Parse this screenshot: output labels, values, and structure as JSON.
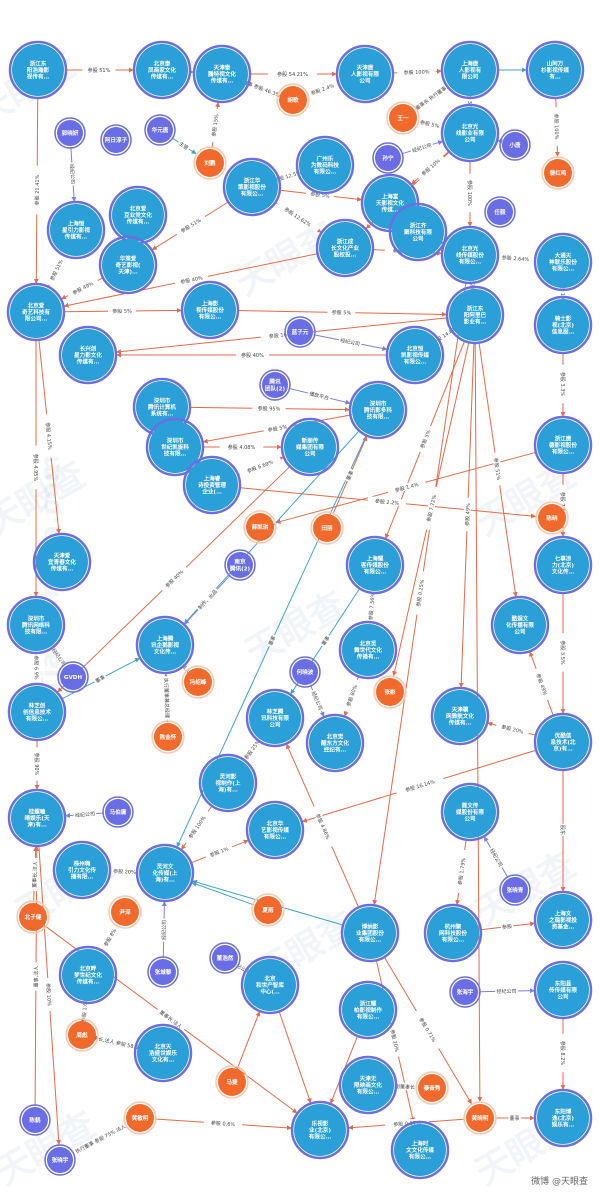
{
  "colors": {
    "company": "#2a9fd8",
    "company_ring": "#6b6fe0",
    "person": "#f26a2b",
    "person_ring": "#ffc7b0",
    "small": "#6a6ee6",
    "edge_invest": "#e26b4a",
    "edge_role": "#41a3c8",
    "edge_other": "#7b7fe0"
  },
  "watermark": "天眼查",
  "watermark_side": "TianYanCha.com",
  "footer": "微博 @天眼查",
  "nodes": [
    {
      "id": "n1",
      "type": "company",
      "label": "浙江东\n阳浩瀚影\n视传有…"
    },
    {
      "id": "n2",
      "type": "company",
      "label": "北京泰\n凤画家文化\n传媒有…"
    },
    {
      "id": "n3",
      "type": "company",
      "label": "天津泰\n騰特视文化\n传媒有…"
    },
    {
      "id": "n4",
      "type": "person",
      "label": "胡歌"
    },
    {
      "id": "n5",
      "type": "company",
      "label": "天津唐\n人影视有限\n公司"
    },
    {
      "id": "n6",
      "type": "company",
      "label": "上海唐\n人影视有\n限公司"
    },
    {
      "id": "n7",
      "type": "company",
      "label": "山阿万\n杉影视传媒\n有…"
    },
    {
      "id": "n8",
      "type": "small",
      "label": "郭晓妍"
    },
    {
      "id": "n9",
      "type": "small",
      "label": "阿日淳子"
    },
    {
      "id": "n10",
      "type": "small",
      "label": "华元唐"
    },
    {
      "id": "n11",
      "type": "person",
      "label": "刘鹏"
    },
    {
      "id": "n12",
      "type": "person",
      "label": "王一"
    },
    {
      "id": "n13",
      "type": "small",
      "label": "小唐"
    },
    {
      "id": "n14",
      "type": "company",
      "label": "北京光\n线影业有限\n公司"
    },
    {
      "id": "n15",
      "type": "person",
      "label": "黎红鸣"
    },
    {
      "id": "n16",
      "type": "company",
      "label": "北京爱\n豆业党文化\n传媒有…"
    },
    {
      "id": "n17",
      "type": "company",
      "label": "浙江华\n策影视股份\n有限公…"
    },
    {
      "id": "n18",
      "type": "company",
      "label": "广州乐\n为数码科技\n有限公…"
    },
    {
      "id": "n19",
      "type": "small",
      "label": "孙宁"
    },
    {
      "id": "n20",
      "type": "company",
      "label": "上海富\n天影视文化\n传媒…"
    },
    {
      "id": "n21",
      "type": "small",
      "label": "任毅"
    },
    {
      "id": "n22",
      "type": "company",
      "label": "上海恒\n星引力影视\n传媒有…"
    },
    {
      "id": "n23",
      "type": "company",
      "label": "华策爱\n奇艺影视(\n天津)…"
    },
    {
      "id": "n24",
      "type": "company",
      "label": "浙江成\n长文化产业\n股权投…"
    },
    {
      "id": "n25",
      "type": "company",
      "label": "浙江齐\n聚科技有限\n公司"
    },
    {
      "id": "n26",
      "type": "company",
      "label": "北京光\n线传媒股份\n有限公…"
    },
    {
      "id": "n27",
      "type": "company",
      "label": "大通天\n神联乐股份\n有限公…"
    },
    {
      "id": "n28",
      "type": "company",
      "label": "北京爱\n奇艺科技有\n限公司…"
    },
    {
      "id": "n29",
      "type": "company",
      "label": "上海影\n视传媒股份\n有限公…"
    },
    {
      "id": "n30",
      "type": "company",
      "label": "浙江东\n阳阿里巴\n影业有…"
    },
    {
      "id": "n31",
      "type": "small",
      "label": "蓝子元"
    },
    {
      "id": "n32",
      "type": "company",
      "label": "骑士影\n视(北京)\n信息服…"
    },
    {
      "id": "n33",
      "type": "company",
      "label": "长兴创\n星力影文化\n传媒有…"
    },
    {
      "id": "n34",
      "type": "company",
      "label": "北京恒\n凯影视传媒\n有限公…"
    },
    {
      "id": "n35",
      "type": "small",
      "label": "腾讯\n团队(2)"
    },
    {
      "id": "n36",
      "type": "company",
      "label": "深圳市\n腾讯计算机\n系统有…"
    },
    {
      "id": "n37",
      "type": "company",
      "label": "深圳市\n腾讯影多科\n技有限…"
    },
    {
      "id": "n38",
      "type": "company",
      "label": "浙江唐\n德影视股份\n有限公…"
    },
    {
      "id": "n39",
      "type": "company",
      "label": "深圳市\n世纪凯旋科\n技有限…"
    },
    {
      "id": "n40",
      "type": "company",
      "label": "新丽传\n媒集团有限\n公司"
    },
    {
      "id": "n41",
      "type": "company",
      "label": "上海睿\n诗投资管理\n企业(…"
    },
    {
      "id": "n42",
      "type": "person",
      "label": "薛凯琪"
    },
    {
      "id": "n43",
      "type": "person",
      "label": "陈晓"
    },
    {
      "id": "n44",
      "type": "company",
      "label": "天津爱\n宜青春文化\n传媒有…"
    },
    {
      "id": "n45",
      "type": "small",
      "label": "南京\n腾讯(2)"
    },
    {
      "id": "n46",
      "type": "company",
      "label": "上海耀\n客传媒股份\n有限公…"
    },
    {
      "id": "n47",
      "type": "person",
      "label": "田丽"
    },
    {
      "id": "n48",
      "type": "company",
      "label": "七事凉\n力(北京)\n文化传…"
    },
    {
      "id": "n49",
      "type": "company",
      "label": "深圳市\n腾讯网络科\n技有限…"
    },
    {
      "id": "n50",
      "type": "company",
      "label": "上海腾\n讯企鹅影视\n文化传…"
    },
    {
      "id": "n51",
      "type": "company",
      "label": "酷娱文\n化传播有限\n公司"
    },
    {
      "id": "n52",
      "type": "small",
      "label": "GVDH"
    },
    {
      "id": "n53",
      "type": "person",
      "label": "冯绍峰"
    },
    {
      "id": "n54",
      "type": "company",
      "label": "北京觅\n舞世代文化\n传播有…"
    },
    {
      "id": "n55",
      "type": "small",
      "label": "何晓波"
    },
    {
      "id": "n56",
      "type": "person",
      "label": "张彬"
    },
    {
      "id": "n57",
      "type": "company",
      "label": "林芝创\n创信息技术\n有限公…"
    },
    {
      "id": "n58",
      "type": "person",
      "label": "陈金怀"
    },
    {
      "id": "n59",
      "type": "company",
      "label": "林芝腾\n讯科技有限\n公司"
    },
    {
      "id": "n60",
      "type": "company",
      "label": "天津骥\n网雅航文化\n传媒有…"
    },
    {
      "id": "n61",
      "type": "company",
      "label": "优酷信\n息技术(北\n京)有…"
    },
    {
      "id": "n62",
      "type": "company",
      "label": "北京觉\n醒东方文化\n经纪有…"
    },
    {
      "id": "n63",
      "type": "company",
      "label": "灵河影\n视制作(上\n海)有…"
    },
    {
      "id": "n64",
      "type": "company",
      "label": "桂螺嗑\n晴娱乐(天\n津)有…"
    },
    {
      "id": "n65",
      "type": "small",
      "label": "马伯庸"
    },
    {
      "id": "n66",
      "type": "company",
      "label": "北京华\n艺影视传媒\n有限公…"
    },
    {
      "id": "n67",
      "type": "company",
      "label": "霖文传\n媒股份有限\n公司"
    },
    {
      "id": "n68",
      "type": "company",
      "label": "灵河文\n化传媒(上\n海)有…"
    },
    {
      "id": "n69",
      "type": "company",
      "label": "株州嗨\n引力文化传\n播有限…"
    },
    {
      "id": "n70",
      "type": "small",
      "label": "张晓青"
    },
    {
      "id": "n71",
      "type": "person",
      "label": "夏雨"
    },
    {
      "id": "n72",
      "type": "person",
      "label": "北子健"
    },
    {
      "id": "n73",
      "type": "person",
      "label": "尹深"
    },
    {
      "id": "n74",
      "type": "company",
      "label": "博纳影\n业集团股份\n有限公…"
    },
    {
      "id": "n75",
      "type": "company",
      "label": "杭州聚\n网科技股份\n有限公…"
    },
    {
      "id": "n76",
      "type": "company",
      "label": "上海文\n之璐影视投\n资基金…"
    },
    {
      "id": "n77",
      "type": "company",
      "label": "北京畔\n梦世纪文化\n传媒有…"
    },
    {
      "id": "n78",
      "type": "small",
      "label": "张城黎"
    },
    {
      "id": "n79",
      "type": "small",
      "label": "董浩然"
    },
    {
      "id": "n80",
      "type": "company",
      "label": "北京\n和世产智库\n中心(…"
    },
    {
      "id": "n81",
      "type": "company",
      "label": "浙江耀\n柏影视制作\n有限公…"
    },
    {
      "id": "n82",
      "type": "small",
      "label": "张海宇"
    },
    {
      "id": "n83",
      "type": "company",
      "label": "东阳县\n传传媒有限\n公司"
    },
    {
      "id": "n84",
      "type": "person",
      "label": "周彪"
    },
    {
      "id": "n85",
      "type": "company",
      "label": "北京天\n浩盛世娱乐\n文化有…"
    },
    {
      "id": "n86",
      "type": "person",
      "label": "马捷"
    },
    {
      "id": "n87",
      "type": "company",
      "label": "天津无\n限映画文化\n有限公…"
    },
    {
      "id": "n88",
      "type": "person",
      "label": "秦奋秀"
    },
    {
      "id": "n89",
      "type": "company",
      "label": "上海时\n文文化传媒\n有限公…"
    },
    {
      "id": "n90",
      "type": "person",
      "label": "黄晓明"
    },
    {
      "id": "n91",
      "type": "company",
      "label": "乐视影\n业(北京)\n有限公…"
    },
    {
      "id": "n92",
      "type": "person",
      "label": "黄敏明"
    },
    {
      "id": "n93",
      "type": "company",
      "label": "东阳博\n逸(北京)\n娱乐有…"
    },
    {
      "id": "n94",
      "type": "small",
      "label": "张晓宇"
    },
    {
      "id": "n95",
      "type": "small",
      "label": "陈鹤"
    }
  ],
  "edges": [
    {
      "s": "n1",
      "t": "n2",
      "kind": "invest",
      "label": "参股 51%"
    },
    {
      "s": "n2",
      "t": "n3",
      "kind": "other",
      "label": ""
    },
    {
      "s": "n3",
      "t": "n4",
      "kind": "invest",
      "label": "执行董事 参股 46.3% 法人"
    },
    {
      "s": "n4",
      "t": "n5",
      "kind": "invest",
      "label": "参股 2.4%"
    },
    {
      "s": "n3",
      "t": "n5",
      "kind": "invest",
      "label": "参股 54.21%"
    },
    {
      "s": "n5",
      "t": "n6",
      "kind": "invest",
      "label": "参股 100%"
    },
    {
      "s": "n6",
      "t": "n7",
      "kind": "role",
      "label": ""
    },
    {
      "s": "n12",
      "t": "n6",
      "kind": "invest",
      "label": "董事长 执行董事"
    },
    {
      "s": "n11",
      "t": "n3",
      "kind": "invest",
      "label": "参股 15%"
    },
    {
      "s": "n10",
      "t": "n11",
      "kind": "role",
      "label": "主管"
    },
    {
      "s": "n8",
      "t": "n22",
      "kind": "other",
      "label": "经纪公司"
    },
    {
      "s": "n12",
      "t": "n14",
      "kind": "invest",
      "label": "参股 5%"
    },
    {
      "s": "n13",
      "t": "n14",
      "kind": "other",
      "label": ""
    },
    {
      "s": "n14",
      "t": "n20",
      "kind": "invest",
      "label": "参股 10%"
    },
    {
      "s": "n14",
      "t": "n26",
      "kind": "invest",
      "label": "参股 100%"
    },
    {
      "s": "n6",
      "t": "n14",
      "kind": "invest",
      "label": "参股 32%"
    },
    {
      "s": "n7",
      "t": "n15",
      "kind": "invest",
      "label": "参股 100%"
    },
    {
      "s": "n17",
      "t": "n18",
      "kind": "invest",
      "label": "参股 12.5%"
    },
    {
      "s": "n17",
      "t": "n20",
      "kind": "invest",
      "label": "参股 5%"
    },
    {
      "s": "n19",
      "t": "n14",
      "kind": "other",
      "label": "经纪公司"
    },
    {
      "s": "n1",
      "t": "n28",
      "kind": "invest",
      "label": "参股 21.41%"
    },
    {
      "s": "n22",
      "t": "n28",
      "kind": "invest",
      "label": "参股 51%"
    },
    {
      "s": "n23",
      "t": "n28",
      "kind": "invest",
      "label": "参股 49%"
    },
    {
      "s": "n17",
      "t": "n23",
      "kind": "invest",
      "label": "参股 51%"
    },
    {
      "s": "n17",
      "t": "n24",
      "kind": "invest",
      "label": "参股 12.62%"
    },
    {
      "s": "n24",
      "t": "n26",
      "kind": "invest",
      "label": "参股 4.82%"
    },
    {
      "s": "n25",
      "t": "n26",
      "kind": "invest",
      "label": ""
    },
    {
      "s": "n26",
      "t": "n27",
      "kind": "invest",
      "label": "参股 2.64%"
    },
    {
      "s": "n26",
      "t": "n30",
      "kind": "invest",
      "label": "参股 12.82%"
    },
    {
      "s": "n28",
      "t": "n29",
      "kind": "invest",
      "label": "参股 5%"
    },
    {
      "s": "n24",
      "t": "n28",
      "kind": "invest",
      "label": "参股 40%"
    },
    {
      "s": "n29",
      "t": "n30",
      "kind": "invest",
      "label": "参股 5%"
    },
    {
      "s": "n30",
      "t": "n33",
      "kind": "invest",
      "label": "参股 16.8%"
    },
    {
      "s": "n30",
      "t": "n34",
      "kind": "invest",
      "label": "参股 14.81%"
    },
    {
      "s": "n27",
      "t": "n32",
      "kind": "invest",
      "label": "参股 10%"
    },
    {
      "s": "n31",
      "t": "n34",
      "kind": "other",
      "label": "经纪公司"
    },
    {
      "s": "n34",
      "t": "n33",
      "kind": "invest",
      "label": "参股 40%"
    },
    {
      "s": "n35",
      "t": "n37",
      "kind": "other",
      "label": "播放平台"
    },
    {
      "s": "n36",
      "t": "n37",
      "kind": "invest",
      "label": "参股 95%"
    },
    {
      "s": "n37",
      "t": "n39",
      "kind": "invest",
      "label": "参股 5%"
    },
    {
      "s": "n39",
      "t": "n40",
      "kind": "invest",
      "label": "参股 4.08%"
    },
    {
      "s": "n41",
      "t": "n40",
      "kind": "invest",
      "label": "参股 6.69%"
    },
    {
      "s": "n32",
      "t": "n38",
      "kind": "invest",
      "label": "参股 3.3%"
    },
    {
      "s": "n38",
      "t": "n42",
      "kind": "invest",
      "label": "参股 1.4%"
    },
    {
      "s": "n38",
      "t": "n48",
      "kind": "invest",
      "label": "参股 7.5%"
    },
    {
      "s": "n41",
      "t": "n43",
      "kind": "invest",
      "label": "参股 2.2%"
    },
    {
      "s": "n28",
      "t": "n44",
      "kind": "invest",
      "label": "参股 4.15%"
    },
    {
      "s": "n28",
      "t": "n49",
      "kind": "invest",
      "label": "参股 4.95%"
    },
    {
      "s": "n37",
      "t": "n50",
      "kind": "role",
      "label": ""
    },
    {
      "s": "n45",
      "t": "n50",
      "kind": "other",
      "label": "制作、出品"
    },
    {
      "s": "n47",
      "t": "n37",
      "kind": "invest",
      "label": "董事"
    },
    {
      "s": "n46",
      "t": "n54",
      "kind": "invest",
      "label": "参股 7.56%"
    },
    {
      "s": "n30",
      "t": "n46",
      "kind": "invest",
      "label": "参股 5%"
    },
    {
      "s": "n30",
      "t": "n51",
      "kind": "invest",
      "label": "参股 51%"
    },
    {
      "s": "n30",
      "t": "n56",
      "kind": "invest",
      "label": "参股 7.72%"
    },
    {
      "s": "n30",
      "t": "n60",
      "kind": "invest",
      "label": "参股 49%"
    },
    {
      "s": "n48",
      "t": "n61",
      "kind": "invest",
      "label": "参股 3.5%"
    },
    {
      "s": "n61",
      "t": "n51",
      "kind": "invest",
      "label": "参股 49%"
    },
    {
      "s": "n61",
      "t": "n60",
      "kind": "invest",
      "label": "参股 20%"
    },
    {
      "s": "n52",
      "t": "n49",
      "kind": "other",
      "label": "经纪公司"
    },
    {
      "s": "n49",
      "t": "n57",
      "kind": "invest",
      "label": "参股 6.9%"
    },
    {
      "s": "n57",
      "t": "n50",
      "kind": "role",
      "label": "董事"
    },
    {
      "s": "n53",
      "t": "n50",
      "kind": "invest",
      "label": "法人"
    },
    {
      "s": "n58",
      "t": "n50",
      "kind": "invest",
      "label": "执行董事兼总经理"
    },
    {
      "s": "n46",
      "t": "n59",
      "kind": "role",
      "label": "董事"
    },
    {
      "s": "n54",
      "t": "n62",
      "kind": "invest",
      "label": "参股 80%"
    },
    {
      "s": "n55",
      "t": "n62",
      "kind": "other",
      "label": "经纪公司"
    },
    {
      "s": "n59",
      "t": "n63",
      "kind": "invest",
      "label": "参股 25%"
    },
    {
      "s": "n57",
      "t": "n64",
      "kind": "invest",
      "label": "参股 90%"
    },
    {
      "s": "n65",
      "t": "n64",
      "kind": "other",
      "label": "经纪公司"
    },
    {
      "s": "n63",
      "t": "n68",
      "kind": "invest",
      "label": "参股 100%"
    },
    {
      "s": "n68",
      "t": "n66",
      "kind": "invest",
      "label": "参股 1%"
    },
    {
      "s": "n61",
      "t": "n66",
      "kind": "invest",
      "label": "参股 16.14%"
    },
    {
      "s": "n68",
      "t": "n69",
      "kind": "invest",
      "label": "参股 20%"
    },
    {
      "s": "n70",
      "t": "n67",
      "kind": "other",
      "label": "经纪公司"
    },
    {
      "s": "n67",
      "t": "n75",
      "kind": "invest",
      "label": "参股 1.79%"
    },
    {
      "s": "n61",
      "t": "n76",
      "kind": "invest",
      "label": "股东"
    },
    {
      "s": "n75",
      "t": "n76",
      "kind": "invest",
      "label": "参股"
    },
    {
      "s": "n71",
      "t": "n68",
      "kind": "role",
      "label": ""
    },
    {
      "s": "n72",
      "t": "n91",
      "kind": "invest",
      "label": "董事长,法人"
    },
    {
      "s": "n72",
      "t": "n64",
      "kind": "invest",
      "label": "董事长,法人"
    },
    {
      "s": "n73",
      "t": "n77",
      "kind": "invest",
      "label": "参股 8%"
    },
    {
      "s": "n74",
      "t": "n68",
      "kind": "role",
      "label": "董事"
    },
    {
      "s": "n74",
      "t": "n59",
      "kind": "invest",
      "label": "参股 4.86%"
    },
    {
      "s": "n74",
      "t": "n89",
      "kind": "invest",
      "label": "参股 20%"
    },
    {
      "s": "n74",
      "t": "n90",
      "kind": "invest",
      "label": "参股 0.71%"
    },
    {
      "s": "n78",
      "t": "n68",
      "kind": "other",
      "label": "经纪公司"
    },
    {
      "s": "n79",
      "t": "n80",
      "kind": "other",
      "label": "经纪公司"
    },
    {
      "s": "n77",
      "t": "n84",
      "kind": "invest",
      "label": "参股 1.6%"
    },
    {
      "s": "n84",
      "t": "n85",
      "kind": "invest",
      "label": "董事长,法人 参股 58.6%"
    },
    {
      "s": "n86",
      "t": "n80",
      "kind": "invest",
      "label": ""
    },
    {
      "s": "n80",
      "t": "n91",
      "kind": "invest",
      "label": ""
    },
    {
      "s": "n81",
      "t": "n91",
      "kind": "invest",
      "label": ""
    },
    {
      "s": "n87",
      "t": "n88",
      "kind": "invest",
      "label": "副董事长"
    },
    {
      "s": "n82",
      "t": "n83",
      "kind": "other",
      "label": "经纪公司"
    },
    {
      "s": "n83",
      "t": "n93",
      "kind": "invest",
      "label": "参股 8.2%"
    },
    {
      "s": "n90",
      "t": "n93",
      "kind": "invest",
      "label": "董事"
    },
    {
      "s": "n90",
      "t": "n91",
      "kind": "invest",
      "label": "参股 0.07%"
    },
    {
      "s": "n92",
      "t": "n91",
      "kind": "invest",
      "label": "参股 0.6%"
    },
    {
      "s": "n92",
      "t": "n94",
      "kind": "invest",
      "label": "执行董事 参股 75% 法人"
    },
    {
      "s": "n64",
      "t": "n94",
      "kind": "invest",
      "label": "参股 10%"
    },
    {
      "s": "n95",
      "t": "n64",
      "kind": "invest",
      "label": "董事,法人"
    },
    {
      "s": "n26",
      "t": "n74",
      "kind": "invest",
      "label": "参股 0.25%"
    },
    {
      "s": "n40",
      "t": "n57",
      "kind": "invest",
      "label": "参股 40%"
    },
    {
      "s": "n37",
      "t": "n68",
      "kind": "role",
      "label": "董事"
    },
    {
      "s": "n30",
      "t": "n90",
      "kind": "invest",
      "label": ""
    },
    {
      "s": "n14",
      "t": "n24",
      "kind": "invest",
      "label": ""
    }
  ]
}
